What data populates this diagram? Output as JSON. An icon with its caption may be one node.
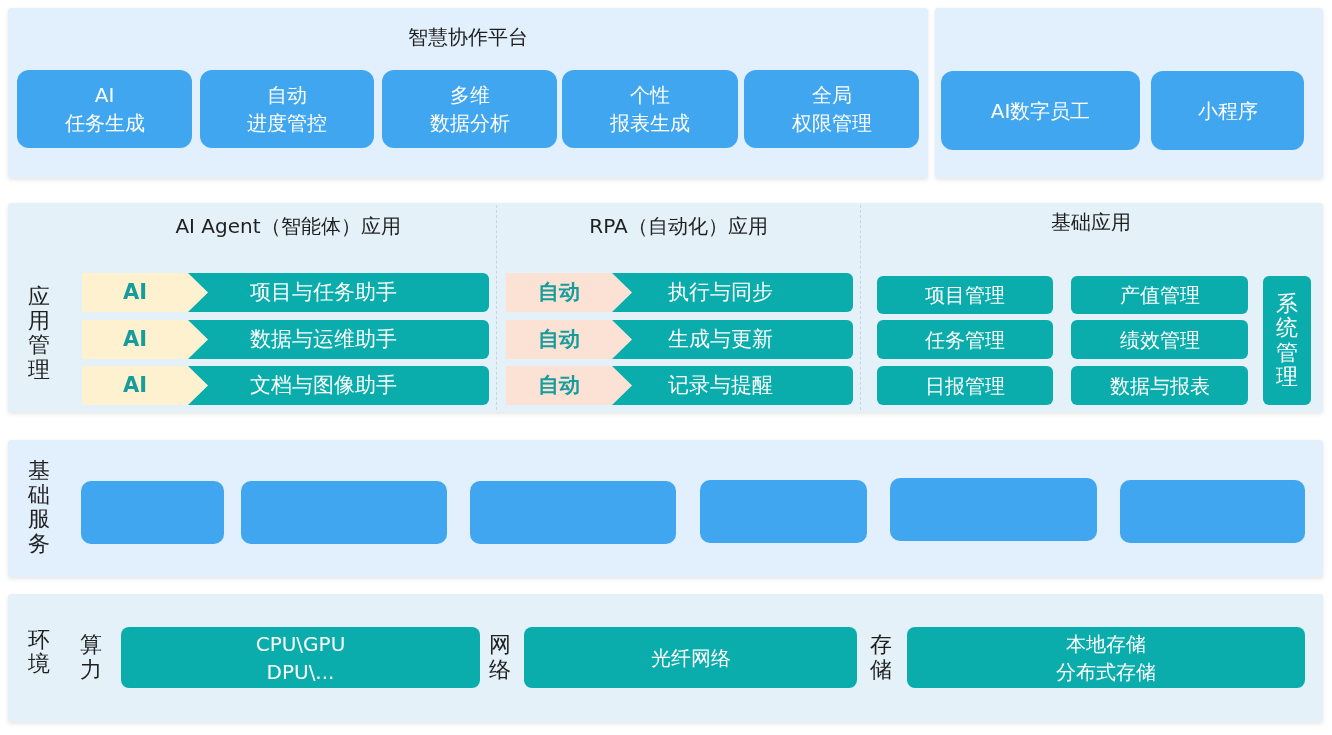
{
  "diagram": {
    "nodes": [
      {
        "text": [
          "智慧协作平台"
        ]
      },
      {
        "text": [
          "AI",
          "任务生成"
        ],
        "in": 0
      },
      {
        "text": [
          "自动",
          "进度管控"
        ],
        "in": 0
      },
      {
        "text": [
          "多维",
          "数据分析"
        ],
        "in": 0
      },
      {
        "text": [
          "个性",
          "报表生成"
        ],
        "in": 0
      },
      {
        "text": [
          "全局",
          "权限管理"
        ],
        "in": 0
      },
      {
        "text": [],
        "shape": "box"
      },
      {
        "text": [
          "AI数字员工"
        ],
        "in": 6
      },
      {
        "text": [
          "小程序"
        ],
        "in": 6
      },
      {
        "text": [
          "应用管理"
        ]
      },
      {
        "text": [
          "AI Agent（智能体）应用"
        ],
        "in": 9
      },
      {
        "text": [
          "AI"
        ],
        "in": 10
      },
      {
        "text": [
          "项目与任务助手"
        ],
        "in": 10
      },
      {
        "text": [
          "AI"
        ],
        "in": 10
      },
      {
        "text": [
          "数据与运维助手"
        ],
        "in": 10
      },
      {
        "text": [
          "AI"
        ],
        "in": 10
      },
      {
        "text": [
          "文档与图像助手"
        ],
        "in": 10
      },
      {
        "text": [
          "RPA（自动化）应用"
        ],
        "in": 9
      },
      {
        "text": [
          "自动"
        ],
        "in": 17
      },
      {
        "text": [
          "执行与同步"
        ],
        "in": 17
      },
      {
        "text": [
          "自动"
        ],
        "in": 17
      },
      {
        "text": [
          "生成与更新"
        ],
        "in": 17
      },
      {
        "text": [
          "自动"
        ],
        "in": 17
      },
      {
        "text": [
          "记录与提醒"
        ],
        "in": 17
      },
      {
        "text": [
          "基础应用"
        ],
        "in": 9
      },
      {
        "text": [
          "项目管理"
        ],
        "in": 24
      },
      {
        "text": [
          "产值管理"
        ],
        "in": 24
      },
      {
        "text": [
          "系统管理"
        ],
        "in": 24
      },
      {
        "text": [
          "任务管理"
        ],
        "in": 24
      },
      {
        "text": [
          "绩效管理"
        ],
        "in": 24
      },
      {
        "text": [
          "日报管理"
        ],
        "in": 24
      },
      {
        "text": [
          "数据与报表"
        ],
        "in": 24
      },
      {
        "text": [
          "基础服务"
        ]
      },
      {
        "text": [],
        "shape": "box",
        "in": 32
      },
      {
        "text": [],
        "shape": "box",
        "in": 32
      },
      {
        "text": [],
        "shape": "box",
        "in": 32
      },
      {
        "text": [],
        "shape": "box",
        "in": 32
      },
      {
        "text": [],
        "shape": "box",
        "in": 32
      },
      {
        "text": [],
        "shape": "box",
        "in": 32
      },
      {
        "text": [
          "环境"
        ]
      },
      {
        "text": [
          "CPU\\GPU",
          "DPU\\..."
        ],
        "in": 39,
        "beside": [
          "算力"
        ]
      },
      {
        "text": [
          "光纤网络"
        ],
        "in": 39,
        "beside": [
          "网络"
        ]
      },
      {
        "text": [
          "本地存储",
          "分布式存储"
        ],
        "in": 39,
        "beside": [
          "存储"
        ]
      }
    ]
  }
}
